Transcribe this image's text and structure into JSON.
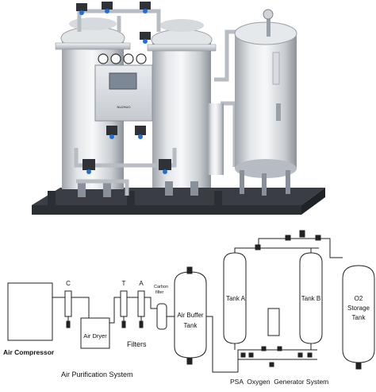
{
  "diagram": {
    "labels": {
      "air_compressor": "Air Compressor",
      "air_dryer": "Air Dryer",
      "filter_c": "C",
      "filter_t": "T",
      "filter_a": "A",
      "carbon_filter_line1": "Carbon",
      "carbon_filter_line2": "filter",
      "filters": "Filters",
      "air_buffer_line1": "Air Buffer",
      "air_buffer_line2": "Tank",
      "tank_a": "Tank A",
      "tank_b": "Tank B",
      "o2_line1": "O2",
      "o2_line2": "Storage",
      "o2_line3": "Tank",
      "air_purification_system": "Air Purification System",
      "psa_oxygen_generator_system": "PSA  Oxygen  Generator System"
    },
    "photo": {
      "brand_plate": "NUZHUO"
    }
  },
  "colors": {
    "steel_light": "#e9ecef",
    "steel_mid": "#bfc5cc",
    "steel_dark": "#8a9099",
    "frame": "#2b2e33",
    "valve_blue": "#1e6fd6",
    "line": "#222222"
  }
}
